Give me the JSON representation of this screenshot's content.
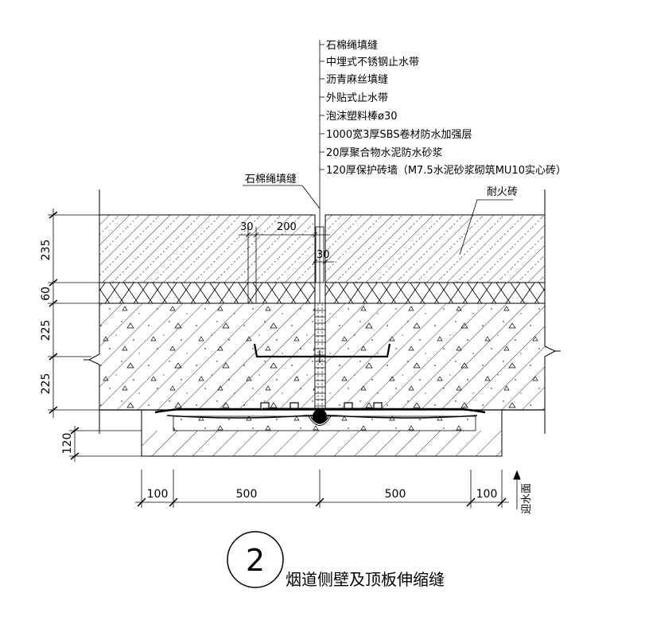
{
  "callouts": [
    "石棉绳填缝",
    "中埋式不锈钢止水带",
    "沥青麻丝填缝",
    "外贴式止水带",
    "泡沫塑料棒ø30",
    "1000宽3厚SBS卷材防水加强层",
    "20厚聚合物水泥防水砂浆",
    "120厚保护砖墙（M7.5水泥砂浆砌筑MU10实心砖）"
  ],
  "labels": {
    "asbestos_left": "石棉绳填缝",
    "fire_brick": "耐火砖",
    "water_face": "迎水面"
  },
  "dims": {
    "left": [
      "235",
      "60",
      "225",
      "225",
      "120"
    ],
    "bottom": [
      "100",
      "500",
      "500",
      "100"
    ],
    "top_small": [
      "30",
      "200",
      "30"
    ]
  },
  "detail": {
    "number": "2",
    "title": "烟道侧壁及顶板伸缩缝"
  }
}
